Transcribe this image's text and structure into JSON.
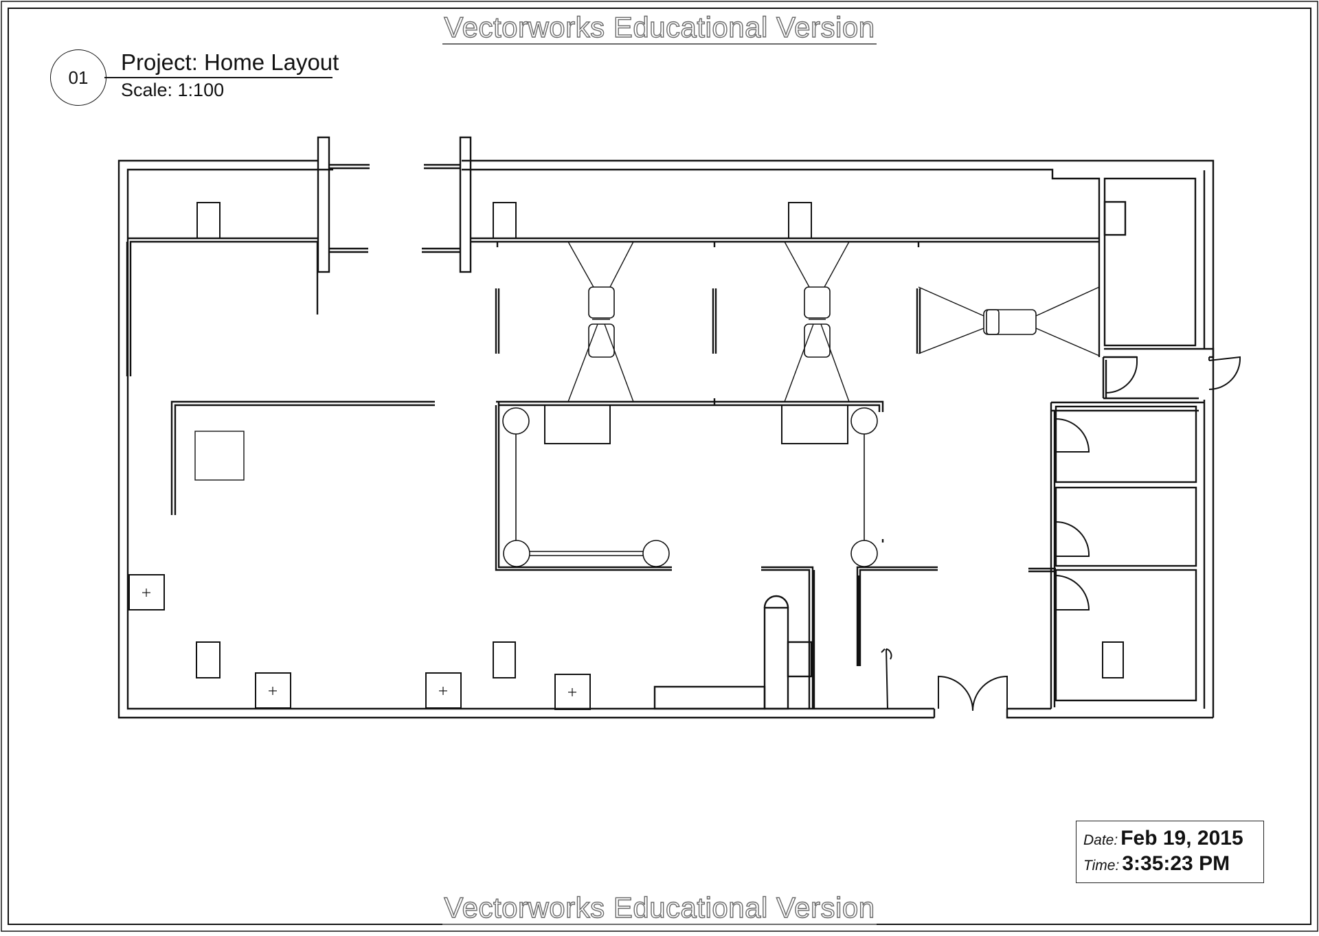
{
  "watermark": {
    "text": "Vectorworks Educational Version"
  },
  "title_block": {
    "number": "01",
    "project": "Project: Home Layout",
    "scale": "Scale: 1:100"
  },
  "stamp": {
    "date_label": "Date:",
    "date_value": "Feb 19, 2015",
    "time_label": "Time:",
    "time_value": "3:35:23 PM"
  },
  "colors": {
    "line": "#111111",
    "watermark_stroke": "#6a6a6a",
    "background": "#ffffff"
  }
}
